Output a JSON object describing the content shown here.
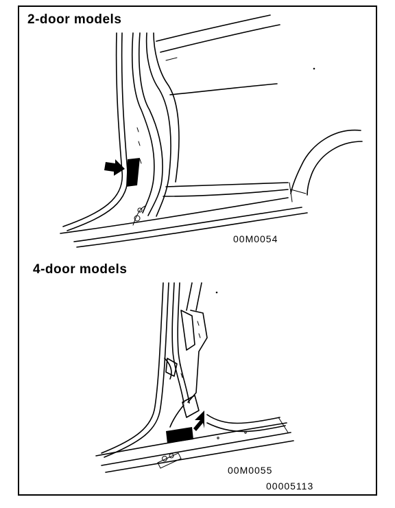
{
  "figure": {
    "top": {
      "heading": "2-door models",
      "code": "00M0054",
      "icons": [
        "pillar-outline",
        "label-plate",
        "pointer-arrow"
      ]
    },
    "bottom": {
      "heading": "4-door models",
      "code": "00M0055",
      "icons": [
        "pillar-outline",
        "label-plate",
        "pointer-arrow"
      ]
    },
    "footer_code": "00005113"
  }
}
